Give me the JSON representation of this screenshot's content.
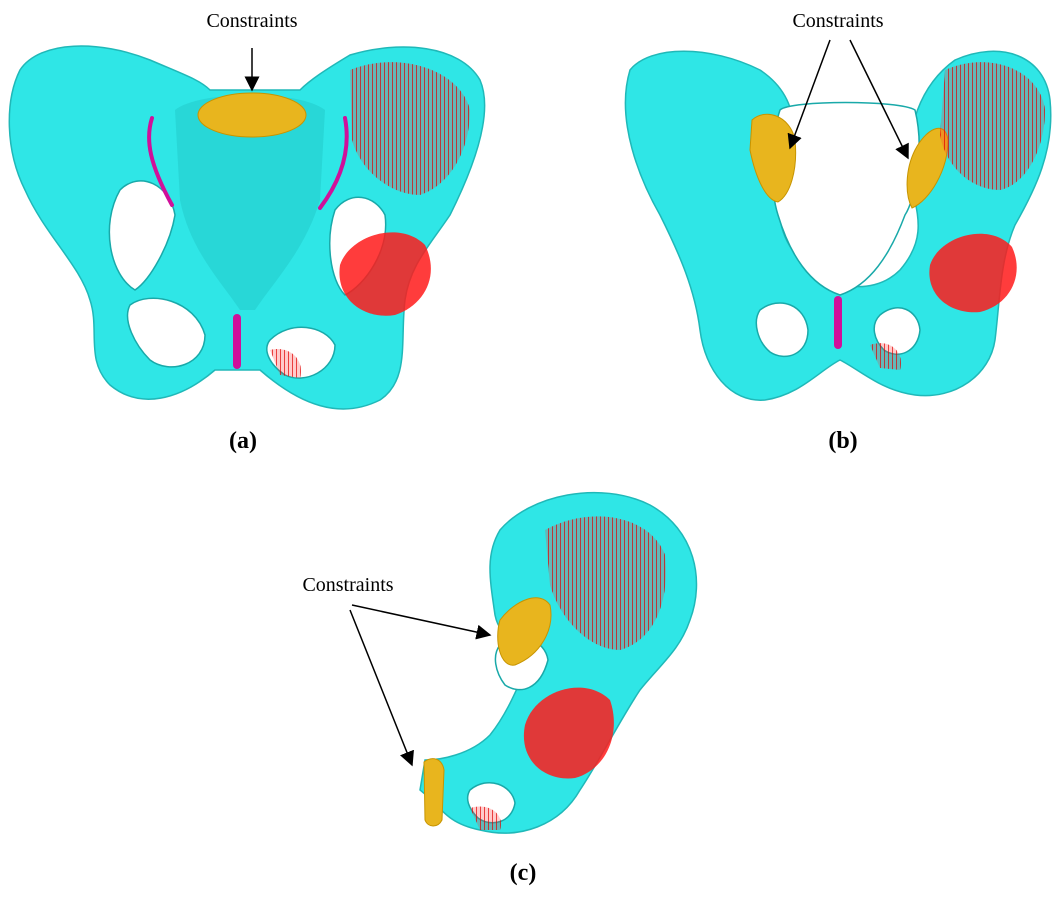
{
  "colors": {
    "bone": "#2fe6e6",
    "constraint": "#e8b51e",
    "load": "#ff1a1a",
    "joint": "#d0109a"
  },
  "panels": [
    {
      "id": "a",
      "label": "(a)",
      "annotation": "Constraints"
    },
    {
      "id": "b",
      "label": "(b)",
      "annotation": "Constraints"
    },
    {
      "id": "c",
      "label": "(c)",
      "annotation": "Constraints"
    }
  ]
}
